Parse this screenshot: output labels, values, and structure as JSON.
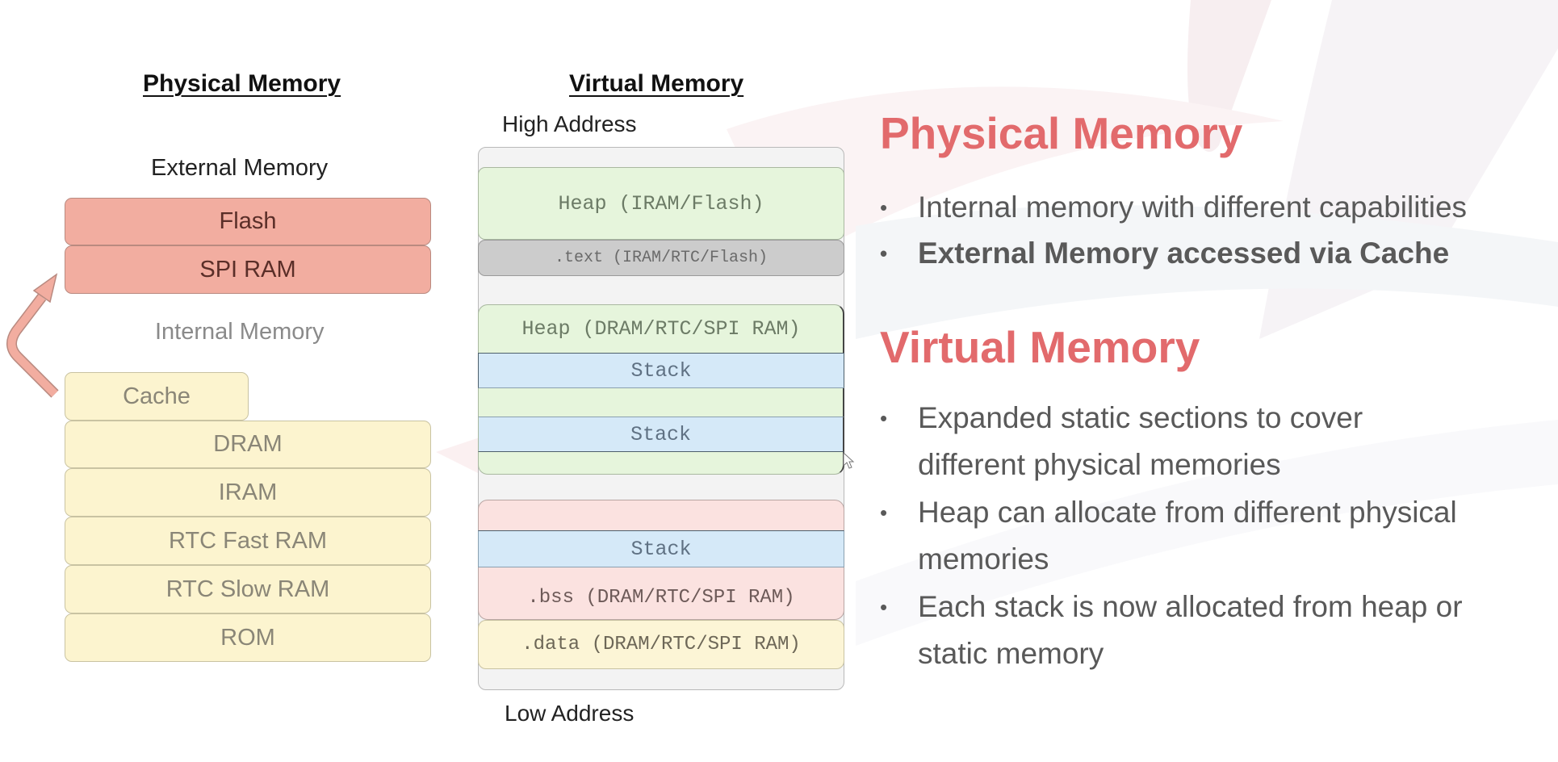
{
  "physical_diagram": {
    "title": "Physical Memory",
    "external_label": "External Memory",
    "external_blocks": [
      "Flash",
      "SPI RAM"
    ],
    "internal_label": "Internal Memory",
    "cache_label": "Cache",
    "internal_blocks": [
      "DRAM",
      "IRAM",
      "RTC Fast RAM",
      "RTC Slow RAM",
      "ROM"
    ]
  },
  "virtual_diagram": {
    "title": "Virtual Memory",
    "high_address": "High Address",
    "low_address": "Low Address",
    "segments": {
      "heap_iram": "Heap (IRAM/Flash)",
      "text": ".text (IRAM/RTC/Flash)",
      "heap_dram": "Heap (DRAM/RTC/SPI RAM)",
      "stack_1": "Stack",
      "stack_2": "Stack",
      "stack_3": "Stack",
      "bss": ".bss (DRAM/RTC/SPI RAM)",
      "data": ".data (DRAM/RTC/SPI RAM)"
    }
  },
  "notes": {
    "physical_heading": "Physical Memory",
    "physical_bullets": [
      "Internal memory with different capabilities",
      "External Memory accessed via Cache"
    ],
    "virtual_heading": "Virtual Memory",
    "virtual_bullets": [
      [
        "Expanded static sections to cover",
        "different physical memories"
      ],
      [
        "Heap can allocate from different physical",
        "memories"
      ],
      [
        "Each stack is now allocated from heap or",
        "static memory"
      ]
    ],
    "bullet_glyph": "•"
  },
  "colors": {
    "accent_heading": "#e26a6c",
    "external_memory": "#f2ada0",
    "internal_memory": "#fcf4cf",
    "heap": "#e6f5dc",
    "stack": "#d5e9f8",
    "text_section": "#cccccc",
    "bss": "#fbe2e0",
    "data": "#fcf5d6"
  }
}
